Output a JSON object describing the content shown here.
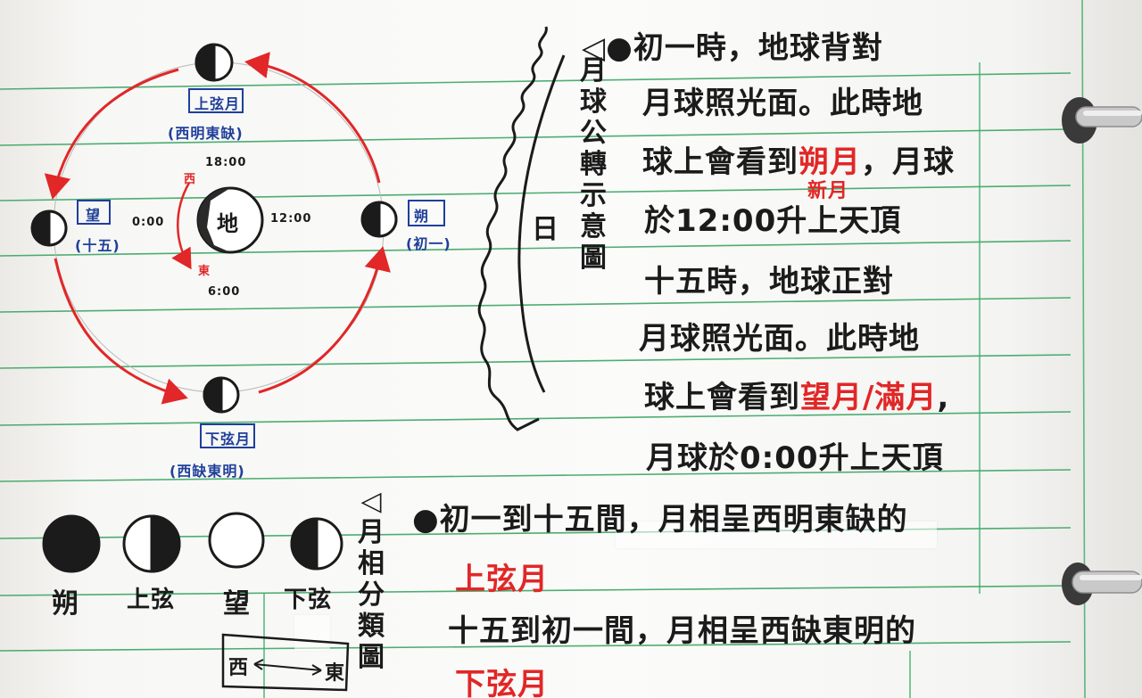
{
  "diagram": {
    "title_vertical": [
      "月",
      "球",
      "公",
      "轉",
      "示",
      "意",
      "圖"
    ],
    "sun_label": "日",
    "earth_label": "地",
    "time_top": "18:00",
    "time_left": "0:00",
    "time_right": "12:00",
    "time_bottom": "6:00",
    "dir_west": "西",
    "dir_east": "東",
    "moon_top_label": "上弦月",
    "moon_top_note": "(西明東缺)",
    "moon_left_label": "望",
    "moon_left_note": "(十五)",
    "moon_right_label": "朔",
    "moon_right_note": "(初一)",
    "moon_bottom_label": "下弦月",
    "moon_bottom_note": "(西缺東明)"
  },
  "notes": {
    "line1": "◁●初一時，地球背對",
    "line2": "月球照光面。此時地",
    "line3_a": "球上會看到",
    "line3_red": "朔月",
    "line3_b": "，月球",
    "line3_annotation": "新月",
    "line4": "於12:00升上天頂",
    "line5": "十五時，地球正對",
    "line6": "月球照光面。此時地",
    "line7_a": "球上會看到",
    "line7_red": "望月/滿月",
    "line7_b": ",",
    "line8": "月球於0:00升上天頂"
  },
  "phases": {
    "title_vertical": [
      "月",
      "相",
      "分",
      "類",
      "圖"
    ],
    "labels": [
      "朔",
      "上弦",
      "望",
      "下弦"
    ],
    "box_west": "西",
    "box_east": "東"
  },
  "bottom_notes": {
    "line1": "●初一到十五間，月相呈西明東缺的",
    "line2_red": "上弦月",
    "line3": "十五到初一間，月相呈西缺東明的",
    "line4_red": "下弦月"
  },
  "colors": {
    "ink": "#1b1b1b",
    "blue": "#1f3f9a",
    "red": "#e12727",
    "rule_green": "#2fa05a",
    "margin_green": "#3fb06a"
  }
}
